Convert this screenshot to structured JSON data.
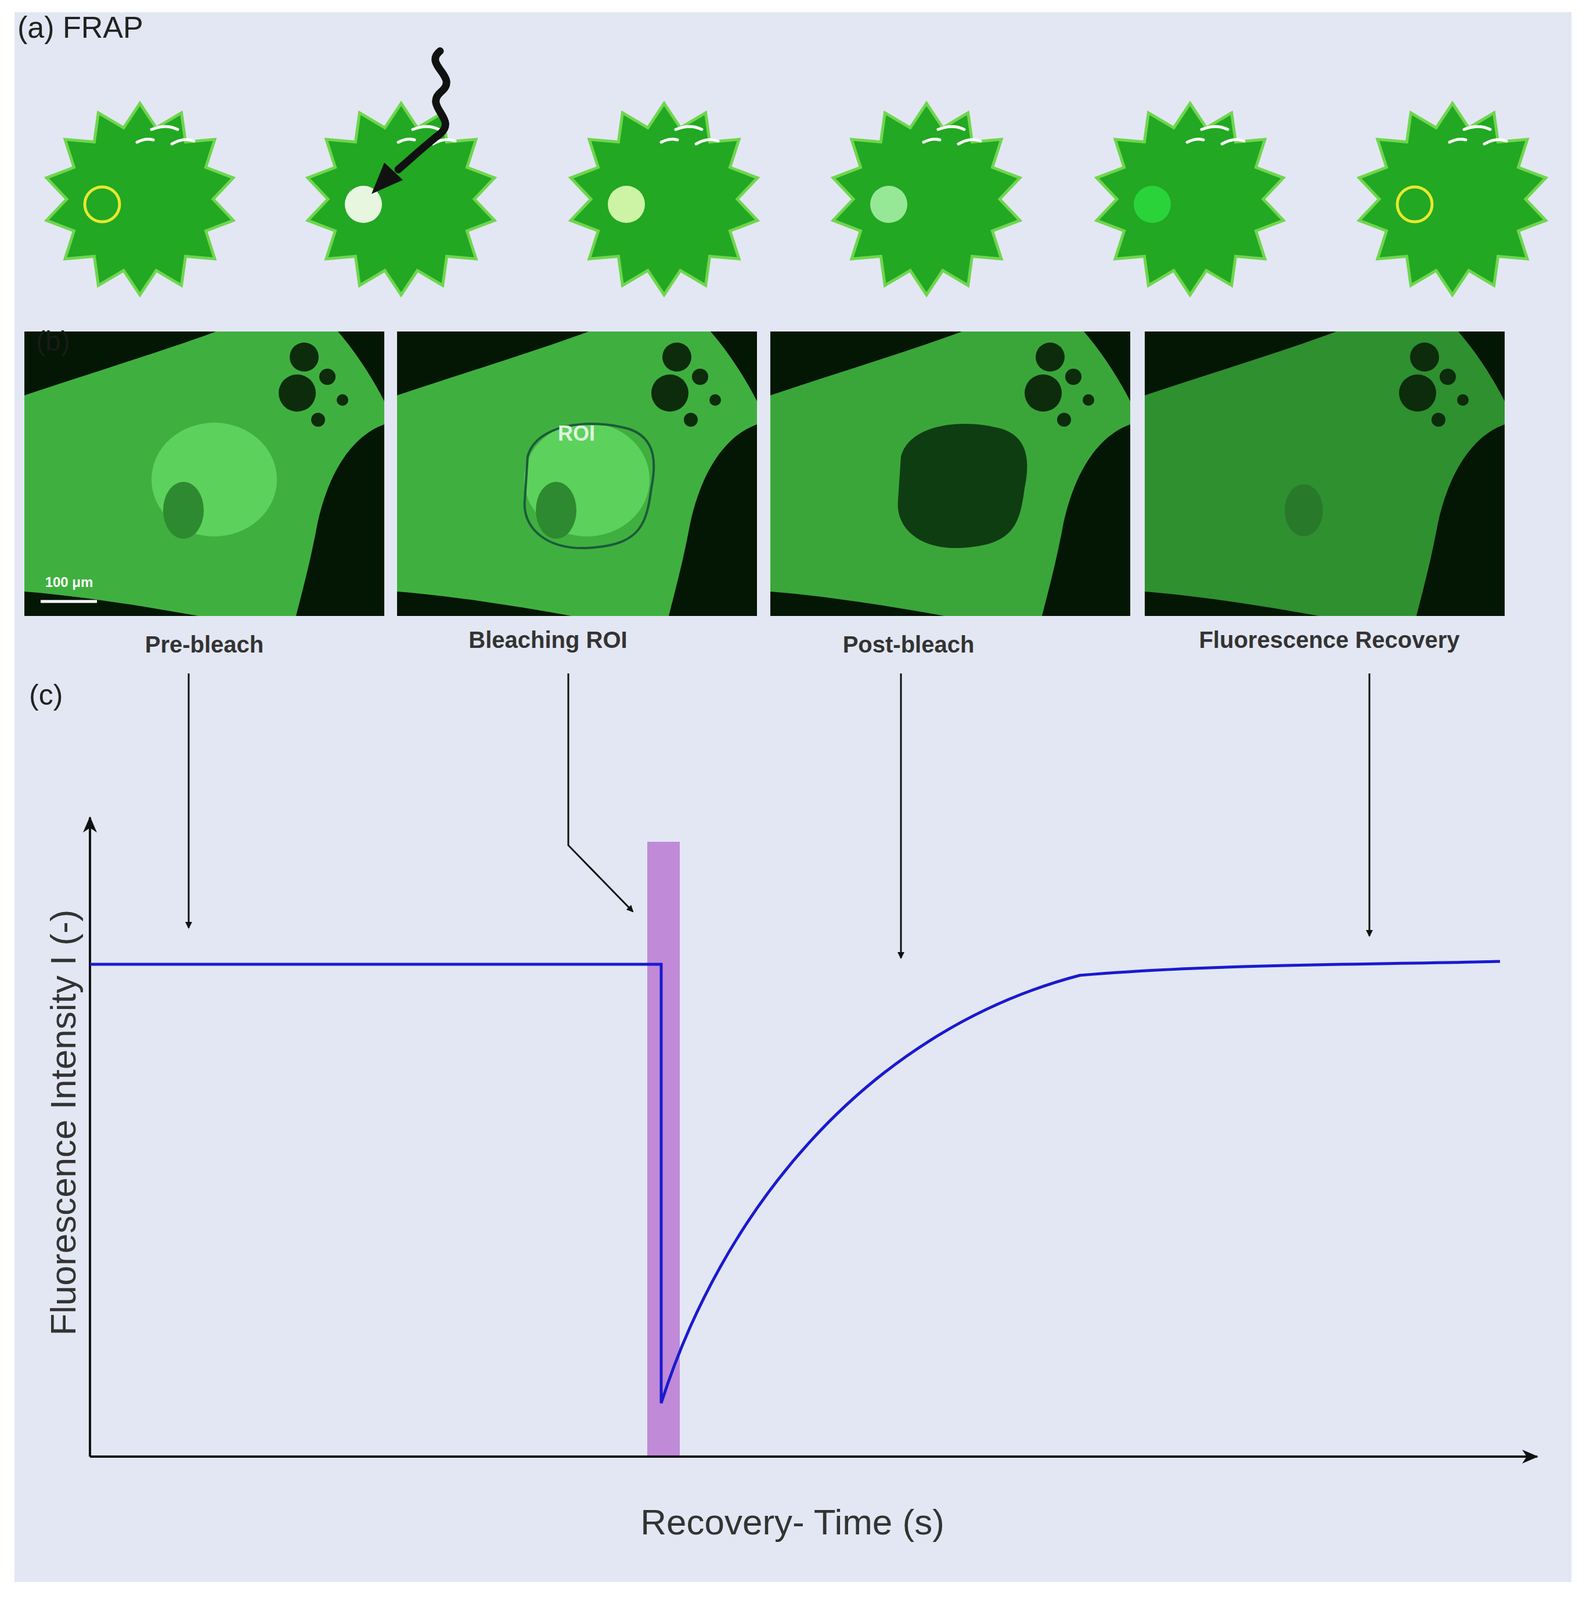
{
  "diagram": {
    "nodes": [
      {
        "text": [
          "100 μm",
          "Pre-bleach"
        ]
      },
      {
        "text": [
          "ROI",
          "Bleaching ROI"
        ]
      },
      {
        "text": [
          "Post-bleach"
        ]
      },
      {
        "text": [
          "Fluorescence Recovery"
        ]
      }
    ],
    "labels": [
      "(a) FRAP",
      "(b)",
      "(c)",
      "Fluorescence Intensity I (-)",
      "Recovery- Time (s)"
    ]
  }
}
